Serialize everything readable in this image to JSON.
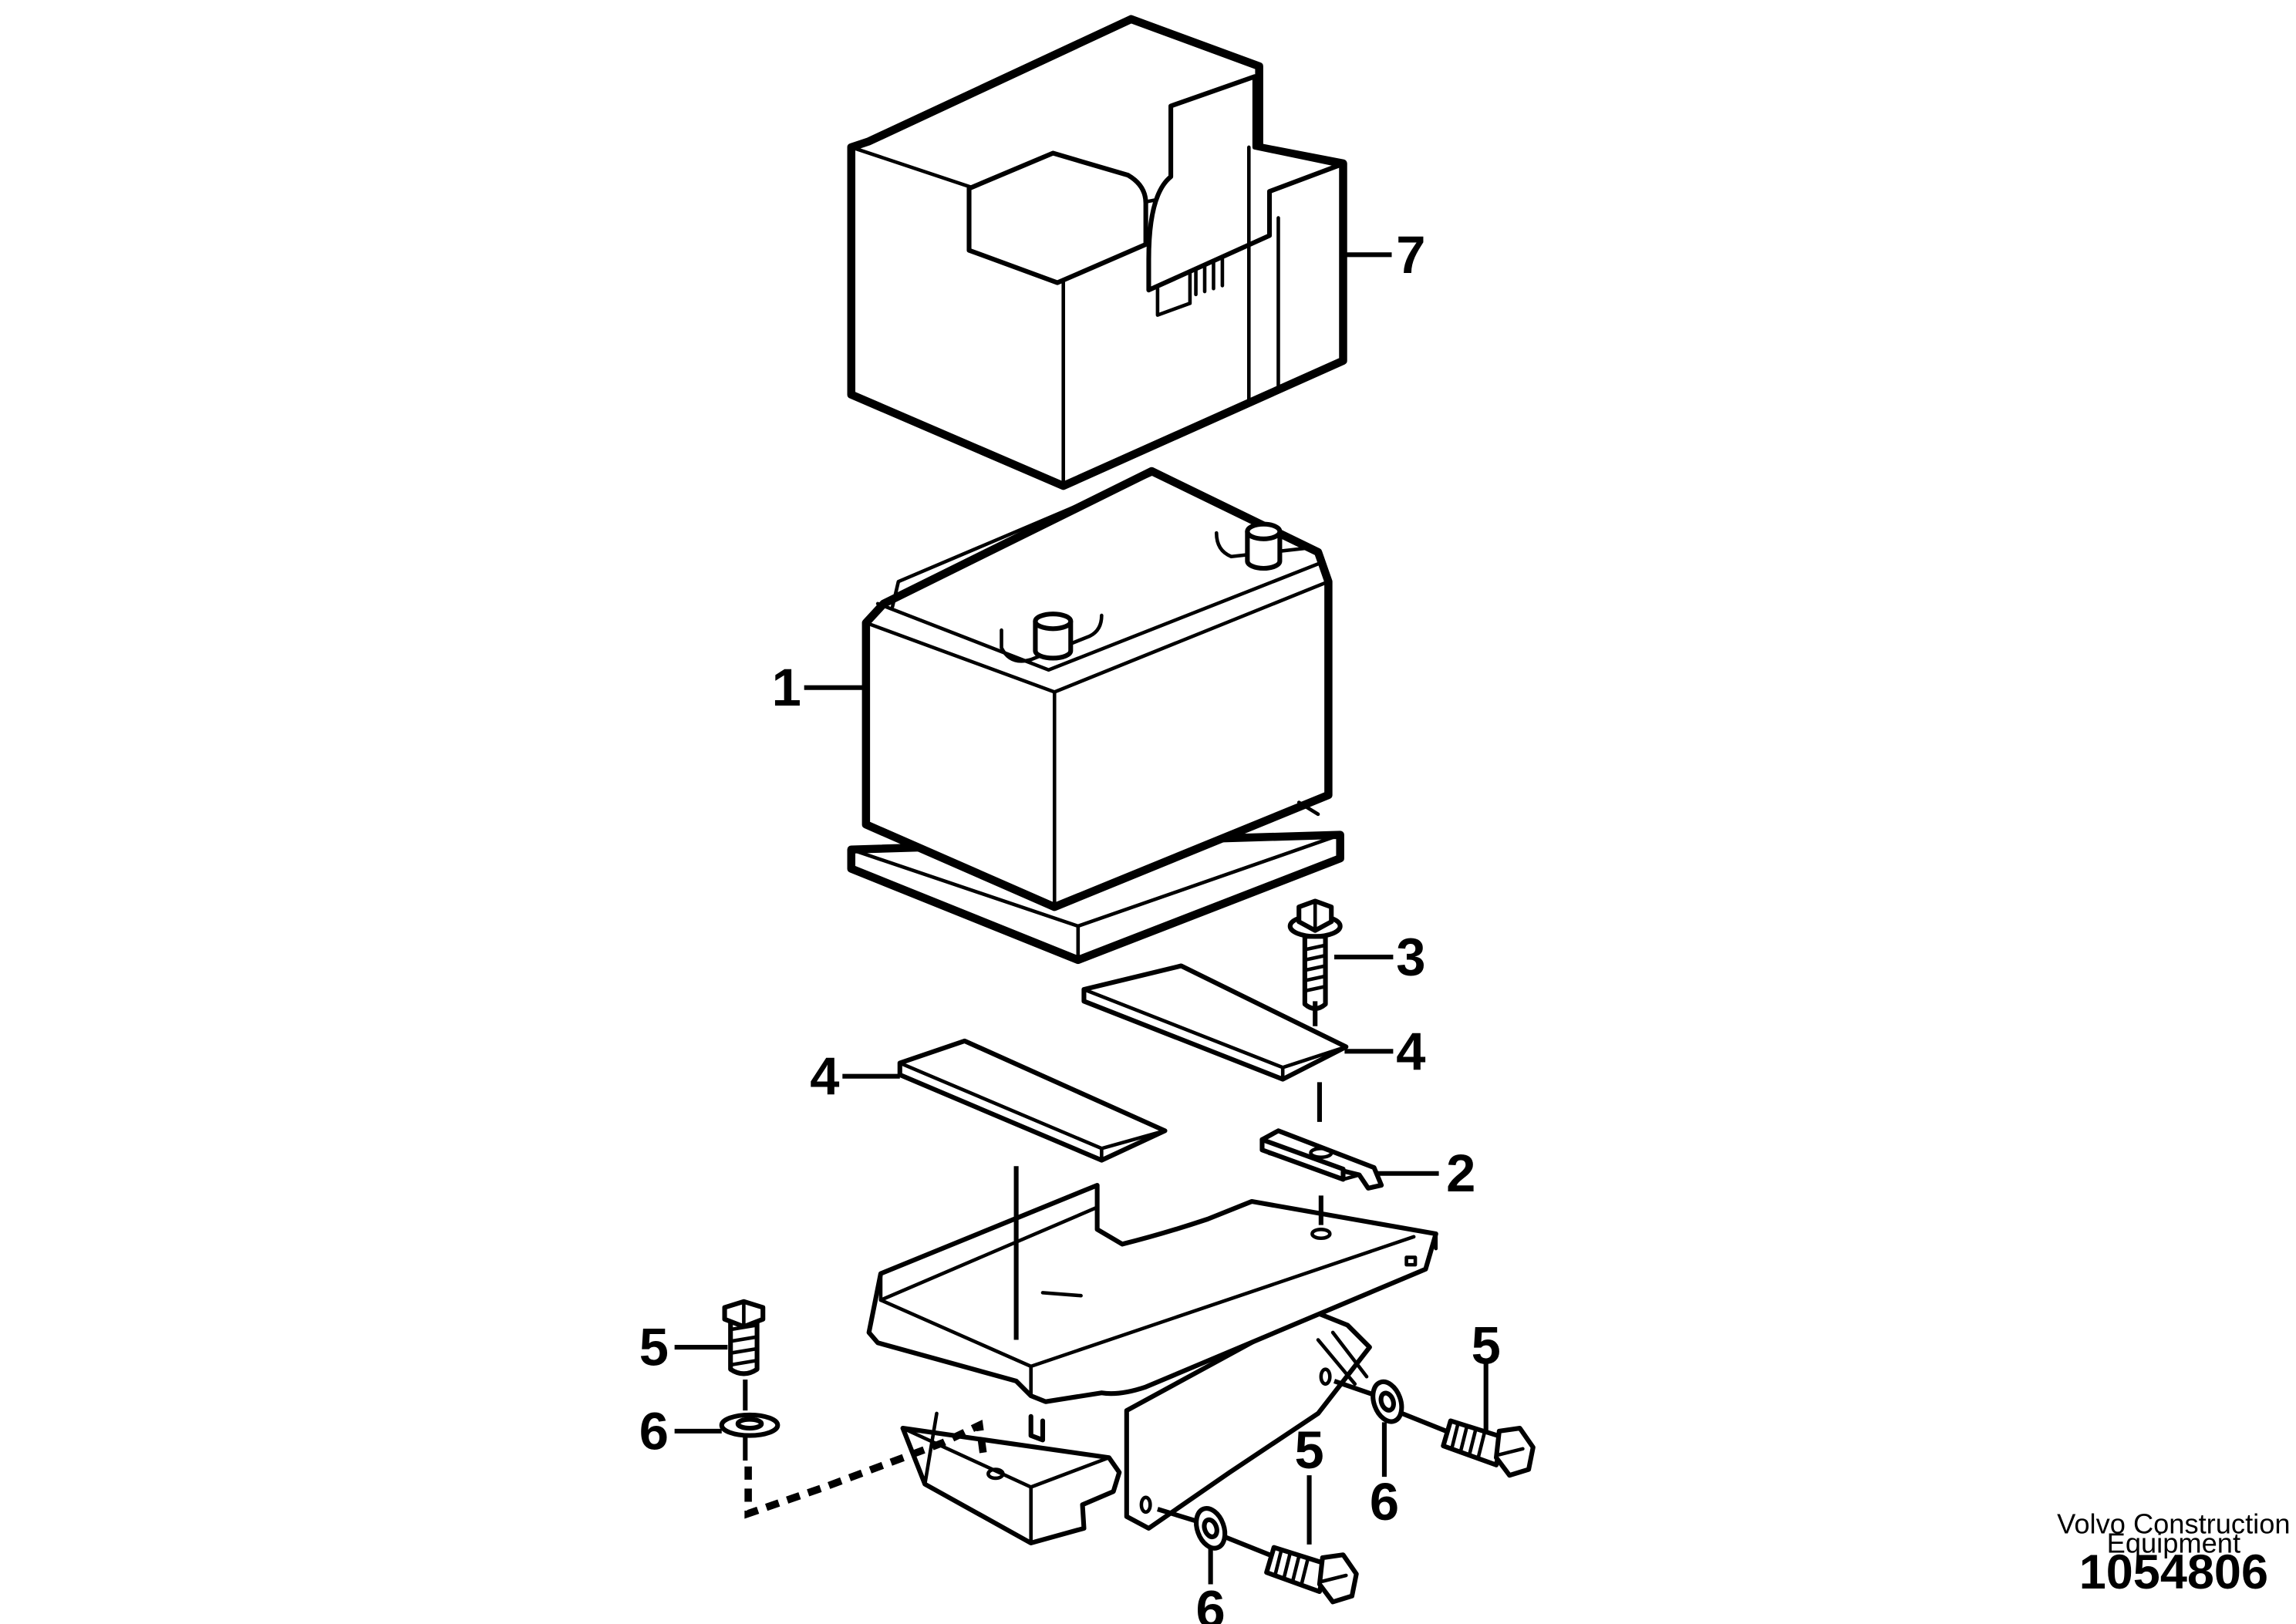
{
  "callouts": {
    "battery": "1",
    "clamp": "2",
    "clamp_bolt": "3",
    "pad_right": "4",
    "pad_left": "4",
    "bolt_left": "5",
    "bolt_right": "5",
    "bolt_bottom": "5",
    "washer_left": "6",
    "washer_right": "6",
    "washer_bottom": "6",
    "cover": "7"
  },
  "publisher": {
    "line1": "Volvo Construction",
    "line2": "Equipment"
  },
  "document_number": "1054806"
}
